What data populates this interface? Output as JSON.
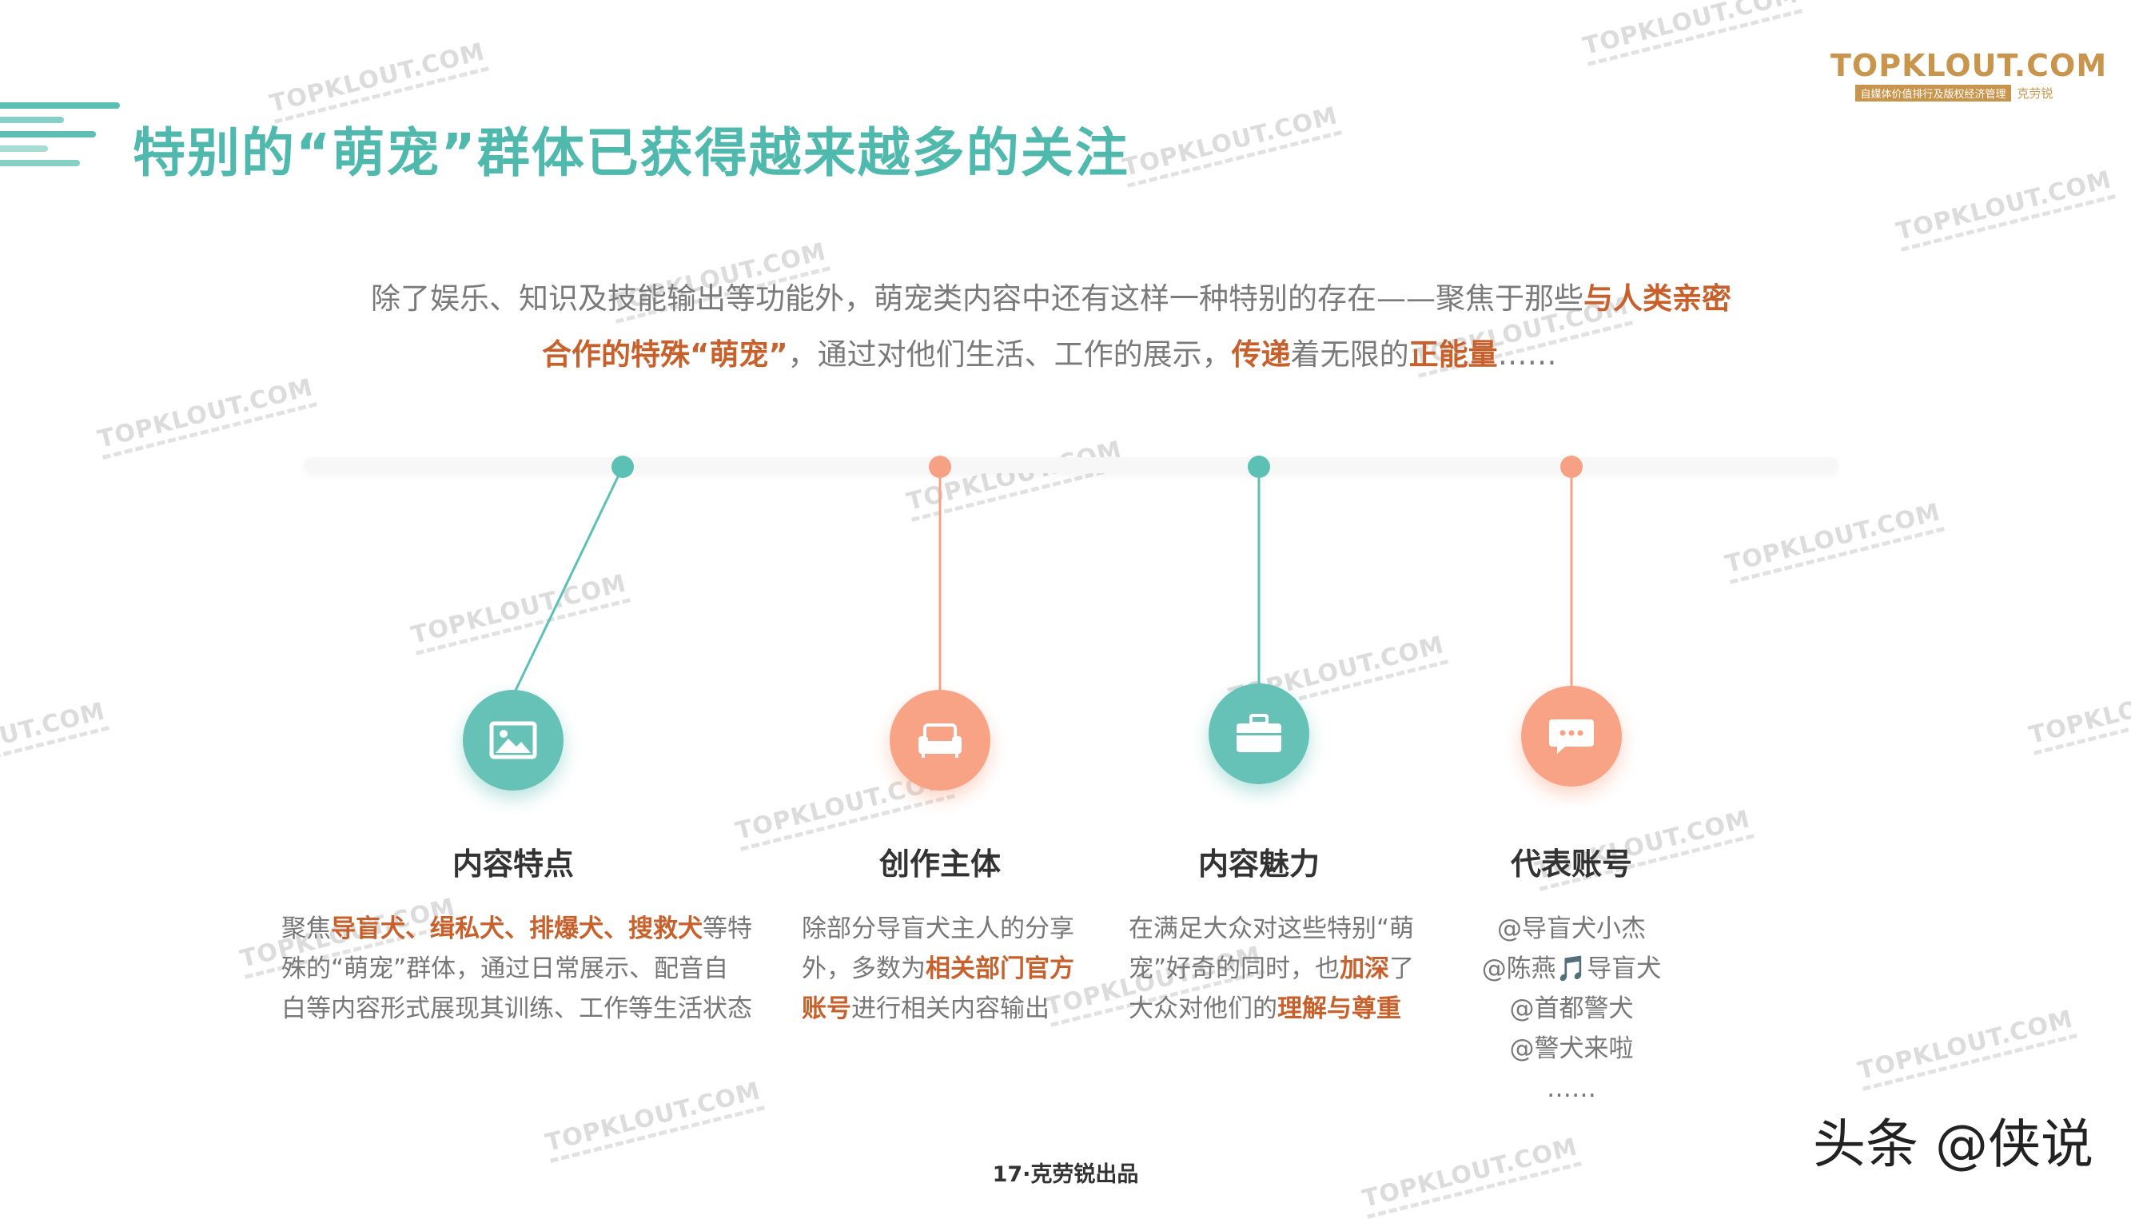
{
  "header": {
    "title": "特别的“萌宠”群体已获得越来越多的关注",
    "logo_main": "TOPKLOUT.COM",
    "logo_sub": "自媒体价值排行及版权经济管理",
    "logo_cn": "克劳锐"
  },
  "intro": {
    "l1_a": "除了娱乐、知识及技能输出等功能外，萌宠类内容中还有这样一种特别的存在——聚焦于那些",
    "l1_b": "与人类亲密",
    "l2_a": "合作的特殊“萌宠”",
    "l2_b": "，通过对他们生活、工作的展示，",
    "l2_c": "传递",
    "l2_d": "着无限的",
    "l2_e": "正能量",
    "l2_f": "……"
  },
  "columns": [
    {
      "title": "内容特点",
      "icon": "image-icon",
      "l1_a": "聚焦",
      "l1_b": "导盲犬、缉私犬、排爆犬、搜救犬",
      "l1_c": "等特",
      "l2": "殊的“萌宠”群体，通过日常展示、配音自",
      "l3": "白等内容形式展现其训练、工作等生活状态"
    },
    {
      "title": "创作主体",
      "icon": "sofa-icon",
      "l1": "除部分导盲犬主人的分享",
      "l2_a": "外，多数为",
      "l2_b": "相关部门官方",
      "l3_a": "账号",
      "l3_b": "进行相关内容输出"
    },
    {
      "title": "内容魅力",
      "icon": "briefcase-icon",
      "l1": "在满足大众对这些特别“萌",
      "l2_a": "宠”好奇的同时，也",
      "l2_b": "加深",
      "l2_c": "了",
      "l3_a": "大众对他们的",
      "l3_b": "理解与尊重"
    },
    {
      "title": "代表账号",
      "icon": "chat-bubble-icon",
      "accounts": [
        "@导盲犬小杰",
        "@陈燕🎵导盲犬",
        "@首都警犬",
        "@警犬来啦",
        "……"
      ]
    }
  ],
  "footer": {
    "page": "17·克劳锐出品",
    "byline": "头条 @侠说"
  },
  "watermark_text": "TOPKLOUT.COM",
  "colors": {
    "teal": "#4fb9ad",
    "orange": "#f9a386",
    "highlight": "#c8602c"
  }
}
